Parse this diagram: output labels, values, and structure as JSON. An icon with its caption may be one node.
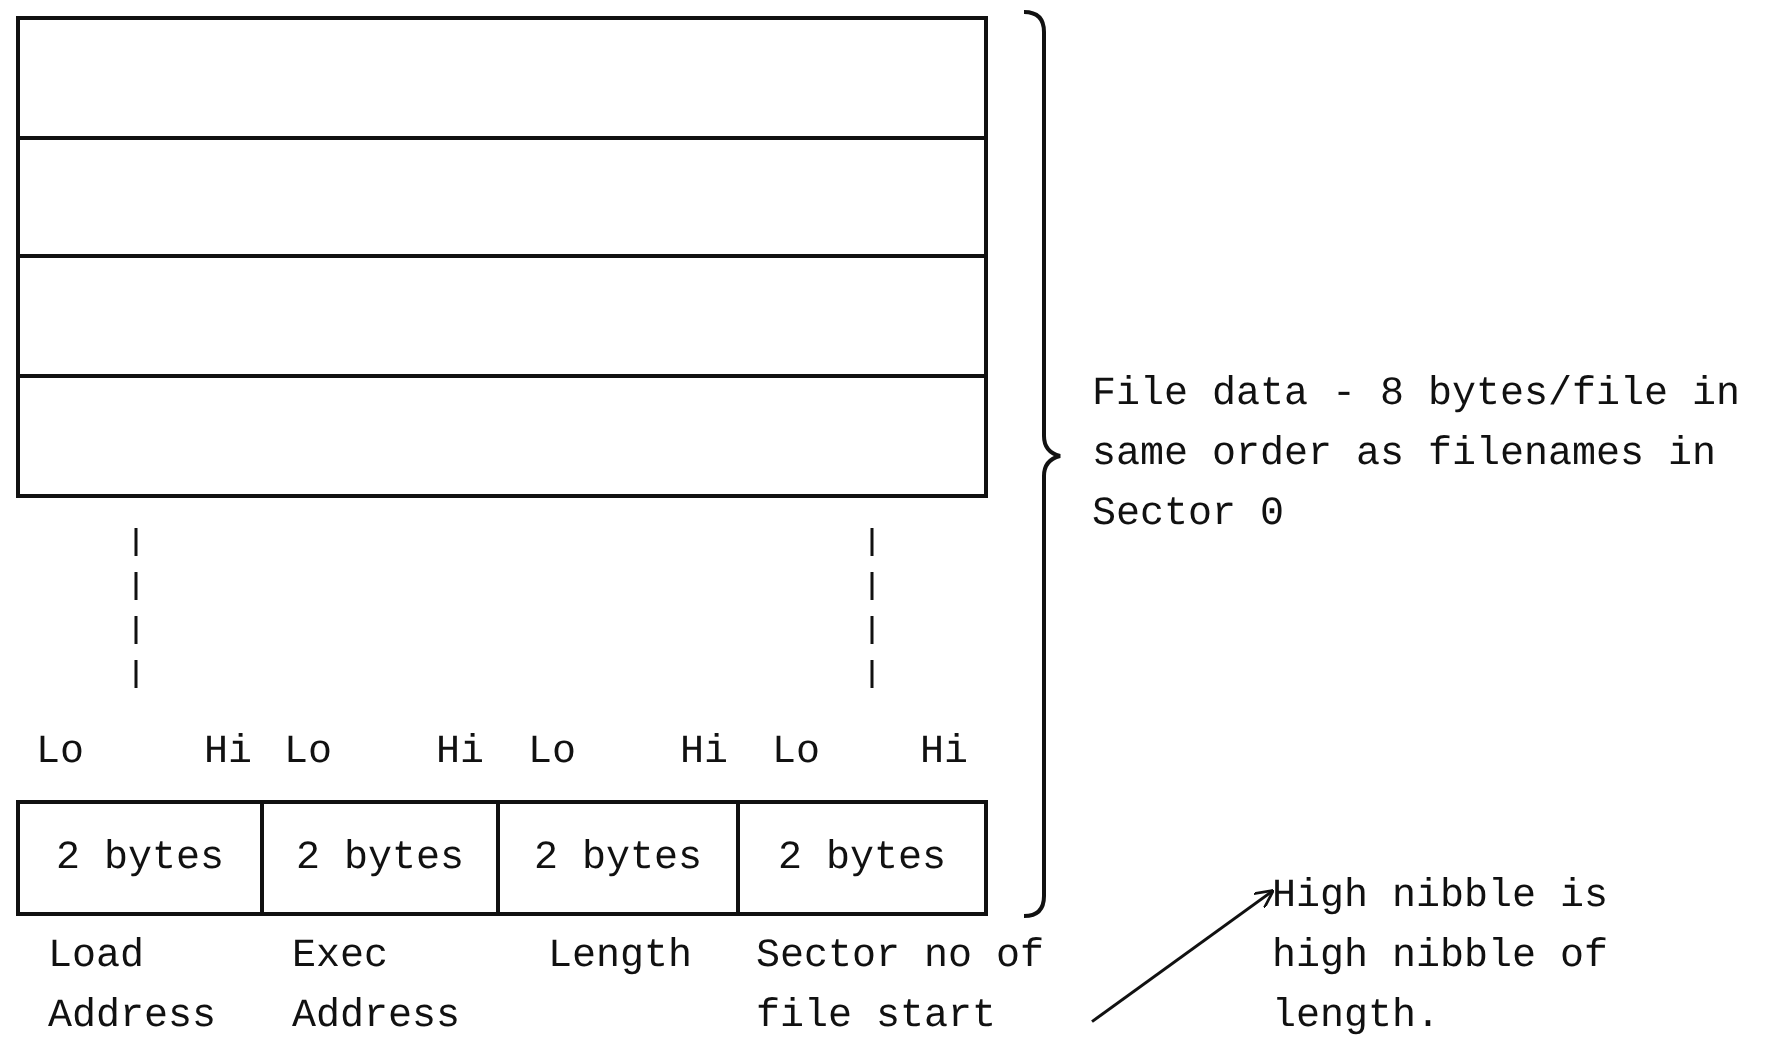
{
  "diagram": {
    "nodes": [
      {
        "text": [],
        "shape": "box"
      },
      {
        "text": [],
        "shape": "box"
      },
      {
        "text": [],
        "shape": "box"
      },
      {
        "text": [],
        "shape": "box"
      },
      {
        "text": [
          "2 bytes"
        ],
        "beside": [
          "Load Address"
        ]
      },
      {
        "text": [
          "2 bytes"
        ],
        "beside": [
          "Exec Address"
        ]
      },
      {
        "text": [
          "2 bytes"
        ],
        "beside": [
          "Length"
        ]
      },
      {
        "text": [
          "2 bytes"
        ]
      },
      {
        "text": [
          "Sector no of file start"
        ]
      },
      {
        "text": [
          "High nibble is high nibble of length."
        ]
      }
    ],
    "edges": [
      {
        "from": 8,
        "to": 9,
        "arrow": "to"
      }
    ],
    "labels": [
      "File data - 8 bytes/file in same order as filenames in Sector 0",
      "Lo",
      "Hi",
      "Lo",
      "Hi",
      "Lo",
      "Hi",
      "Lo",
      "Hi"
    ]
  }
}
